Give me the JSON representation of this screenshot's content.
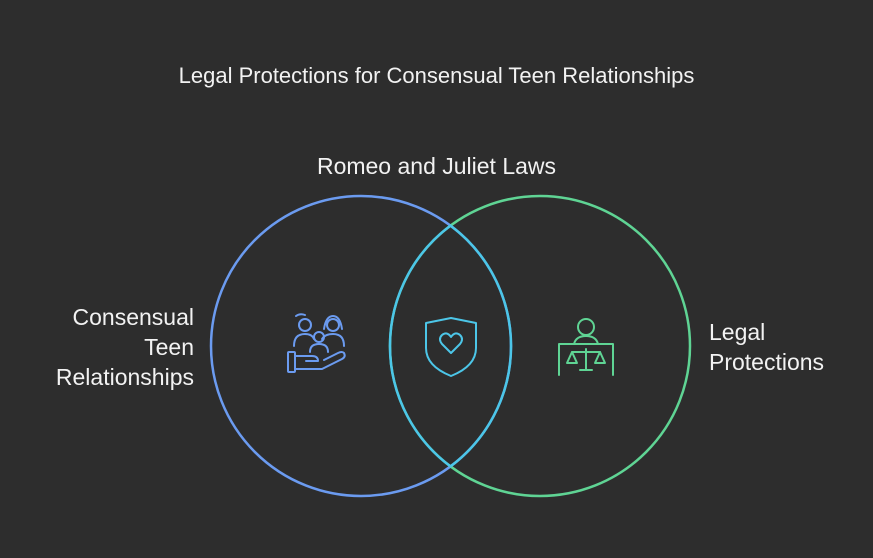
{
  "title": "Legal Protections for Consensual Teen Relationships",
  "sets": {
    "left": {
      "lines": [
        "Consensual",
        "Teen",
        "Relationships"
      ],
      "color": "#6b9bf0",
      "icon": "family-hand-icon"
    },
    "right": {
      "lines": [
        "Legal",
        "Protections"
      ],
      "color": "#5fd494",
      "icon": "judge-scales-icon"
    },
    "intersection": {
      "label": "Romeo and Juliet Laws",
      "color": "#4cc6e8",
      "icon": "shield-heart-icon"
    }
  }
}
